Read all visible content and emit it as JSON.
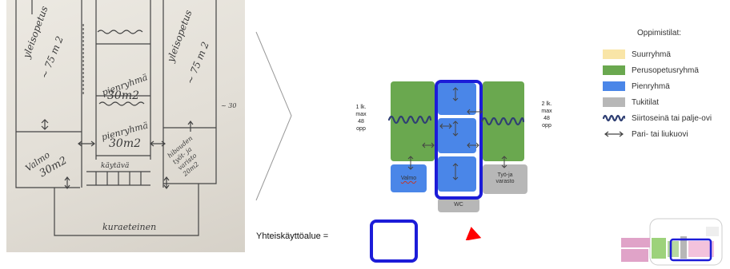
{
  "legend": {
    "title": "Oppimistilat:",
    "items": [
      {
        "label": "Suurryhmä",
        "color": "#f9e5a7"
      },
      {
        "label": "Perusopetusryhmä",
        "color": "#6aa84f"
      },
      {
        "label": "Pienryhmä",
        "color": "#4a86e8"
      },
      {
        "label": "Tukitilat",
        "color": "#b7b7b7"
      },
      {
        "label": "Siirtoseinä tai palje-ovi",
        "icon": "wavy-line-icon"
      },
      {
        "label": "Pari- tai liukuovi",
        "icon": "double-arrow-icon"
      }
    ]
  },
  "plan": {
    "left_class": "1 lk.\nmax\n48\nopp",
    "right_class": "2 lk.\nmax\n48\nopp",
    "valmo": "Valmo",
    "workshop": "Työ-ja\nvarasto",
    "wc": "WC"
  },
  "bottom": {
    "common_area_label": "Yhteiskäyttöalue ="
  },
  "sketch": {
    "labels": {
      "yleisopetus_left": "yleisopetus",
      "area_left": "~ 75 m 2",
      "yleisopetus_right": "yleisopetus",
      "area_right": "~ 75 m 2",
      "pienryhma_top": "pienryhmä",
      "area_pr_top": "30m2",
      "pienryhma_mid": "pienryhmä",
      "area_pr_mid": "30m2",
      "valmo": "Valmo",
      "area_valmo": "30m2",
      "right_room": "hibouden\ntyöt- ja\nvaristo\n20m2",
      "corridor": "käytävä",
      "bottom": "kuraeteinen",
      "side_note": "~ 30"
    }
  },
  "colors": {
    "frame_blue": "#1c1cd8",
    "red": "#ff0000"
  }
}
